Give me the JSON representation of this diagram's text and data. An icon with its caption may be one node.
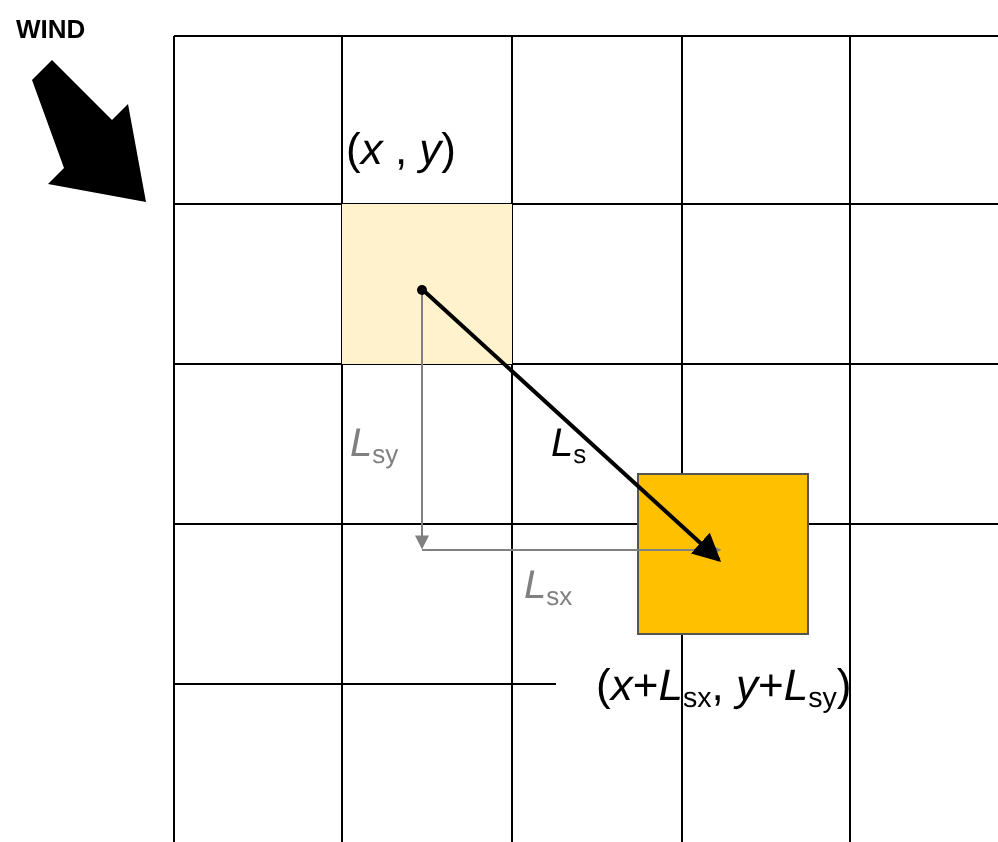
{
  "diagram": {
    "nodes": [
      {
        "text": [
          "(*x* , *y*)"
        ]
      },
      {
        "text": [
          "(*x*+*L*$_{sx}$, *y*+*L*$_{sy}$)"
        ]
      }
    ],
    "edges": [
      {
        "from": 0,
        "to": 1,
        "arrow": "to",
        "label": "*L*$_{s}$"
      }
    ],
    "labels": [
      "WIND",
      "*L*$_{sy}$",
      "*L*$_{sx}$"
    ]
  }
}
